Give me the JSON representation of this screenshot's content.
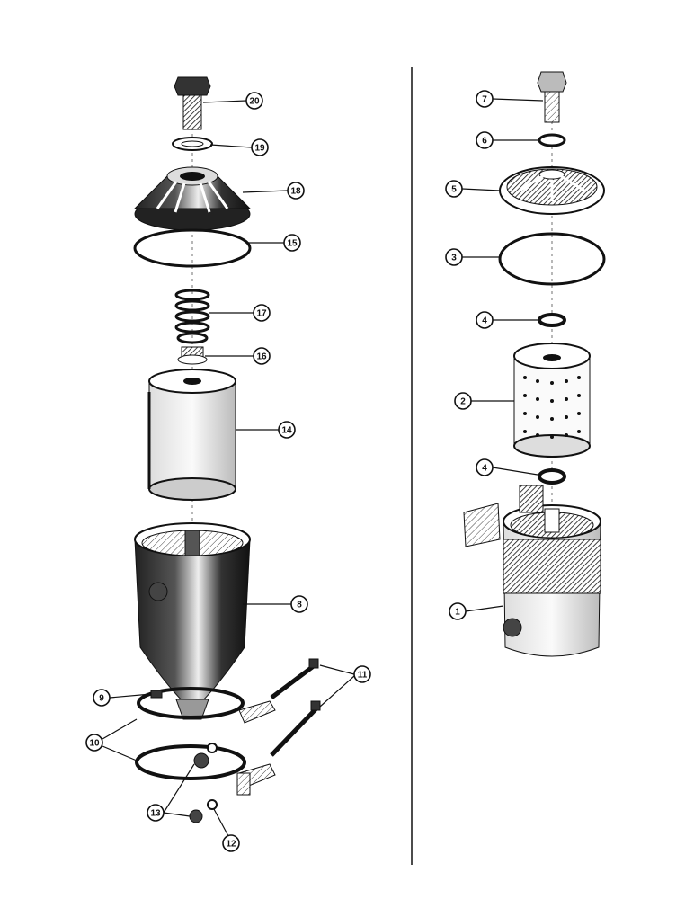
{
  "diagram": {
    "left_assembly_callouts": [
      "20",
      "19",
      "18",
      "15",
      "17",
      "16",
      "14",
      "8",
      "11",
      "9",
      "10",
      "13",
      "12"
    ],
    "right_assembly_callouts": [
      "7",
      "6",
      "5",
      "3",
      "4",
      "2",
      "4",
      "1"
    ]
  },
  "colors": {
    "ink": "#111111",
    "paper": "#ffffff"
  }
}
